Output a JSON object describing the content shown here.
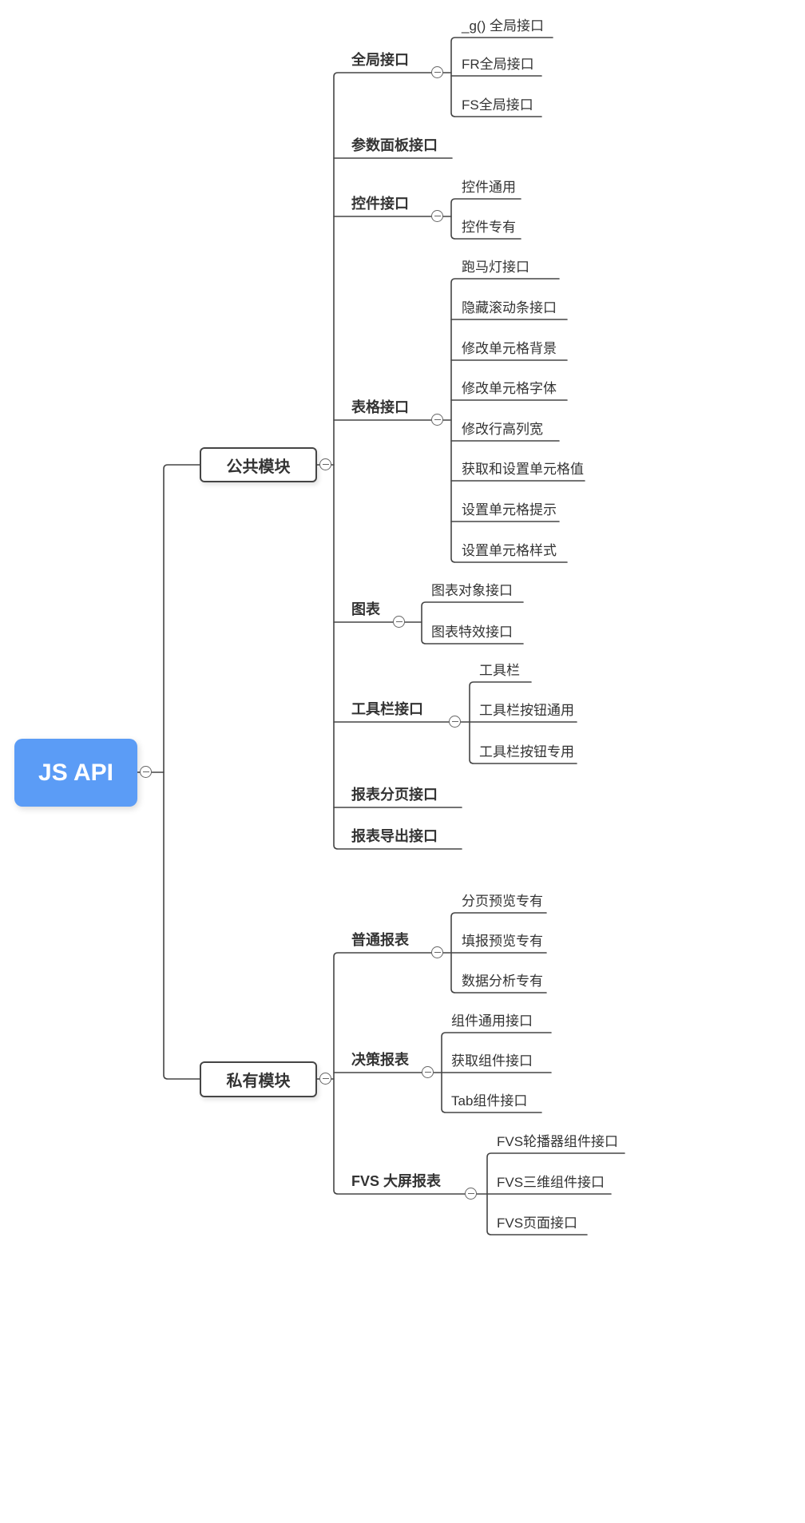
{
  "root": {
    "label": "JS API"
  },
  "branches": [
    {
      "label": "公共模块",
      "children": [
        {
          "label": "全局接口",
          "children": [
            {
              "label": "_g() 全局接口"
            },
            {
              "label": "FR全局接口"
            },
            {
              "label": "FS全局接口"
            }
          ]
        },
        {
          "label": "参数面板接口",
          "children": []
        },
        {
          "label": "控件接口",
          "children": [
            {
              "label": "控件通用"
            },
            {
              "label": "控件专有"
            }
          ]
        },
        {
          "label": "表格接口",
          "children": [
            {
              "label": "跑马灯接口"
            },
            {
              "label": "隐藏滚动条接口"
            },
            {
              "label": "修改单元格背景"
            },
            {
              "label": "修改单元格字体"
            },
            {
              "label": "修改行高列宽"
            },
            {
              "label": "获取和设置单元格值"
            },
            {
              "label": "设置单元格提示"
            },
            {
              "label": "设置单元格样式"
            }
          ]
        },
        {
          "label": "图表",
          "children": [
            {
              "label": "图表对象接口"
            },
            {
              "label": "图表特效接口"
            }
          ]
        },
        {
          "label": "工具栏接口",
          "children": [
            {
              "label": "工具栏"
            },
            {
              "label": "工具栏按钮通用"
            },
            {
              "label": "工具栏按钮专用"
            }
          ]
        },
        {
          "label": "报表分页接口",
          "children": []
        },
        {
          "label": "报表导出接口",
          "children": []
        }
      ]
    },
    {
      "label": "私有模块",
      "children": [
        {
          "label": "普通报表",
          "children": [
            {
              "label": "分页预览专有"
            },
            {
              "label": "填报预览专有"
            },
            {
              "label": "数据分析专有"
            }
          ]
        },
        {
          "label": "决策报表",
          "children": [
            {
              "label": "组件通用接口"
            },
            {
              "label": "获取组件接口"
            },
            {
              "label": "Tab组件接口"
            }
          ]
        },
        {
          "label": "FVS 大屏报表",
          "children": [
            {
              "label": "FVS轮播器组件接口"
            },
            {
              "label": "FVS三维组件接口"
            },
            {
              "label": "FVS页面接口"
            }
          ]
        }
      ]
    }
  ],
  "icons": {
    "collapse": "minus-circle"
  },
  "colors": {
    "root_bg": "#5b9cf6",
    "line": "#454545",
    "text": "#333333"
  }
}
